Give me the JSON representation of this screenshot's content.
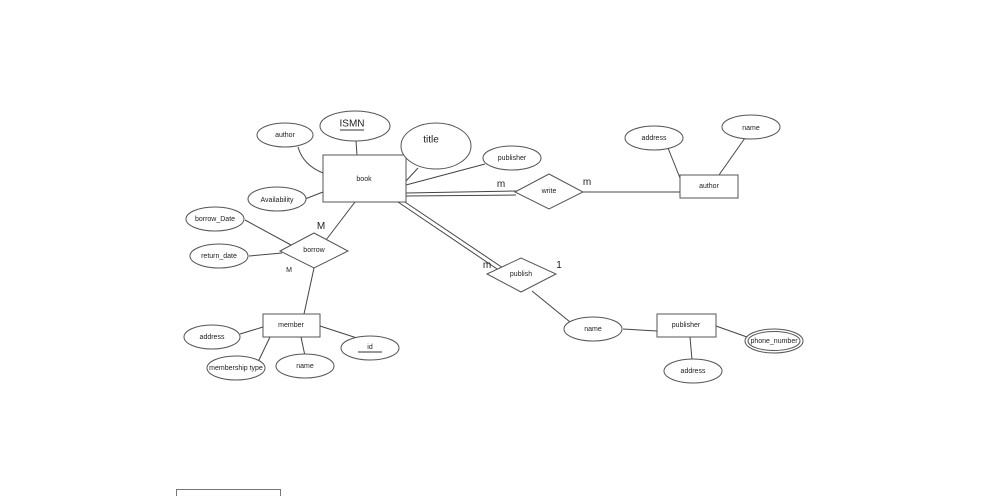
{
  "diagram": {
    "type": "ER diagram",
    "entities": {
      "book": {
        "label": "book"
      },
      "author": {
        "label": "author"
      },
      "member": {
        "label": "member"
      },
      "publisher": {
        "label": "publisher"
      }
    },
    "relationships": {
      "write": {
        "label": "write",
        "card_left": "m",
        "card_right": "m"
      },
      "borrow": {
        "label": "borrow",
        "card_top": "M",
        "card_bottom": "M"
      },
      "publish": {
        "label": "publish",
        "card_left": "m",
        "card_right": "1"
      }
    },
    "attributes": {
      "book_author": "author",
      "book_ismn": "ISMN",
      "book_title": "title",
      "book_publisher": "publisher",
      "book_availability": "Availability",
      "author_address": "address",
      "author_name": "name",
      "borrow_date": "borrow_Date",
      "return_date": "return_date",
      "member_address": "address",
      "member_membership_type": "membership type",
      "member_name": "name",
      "member_id": "id",
      "publisher_name": "name",
      "publisher_phone": "phone_number",
      "publisher_address": "address"
    }
  }
}
